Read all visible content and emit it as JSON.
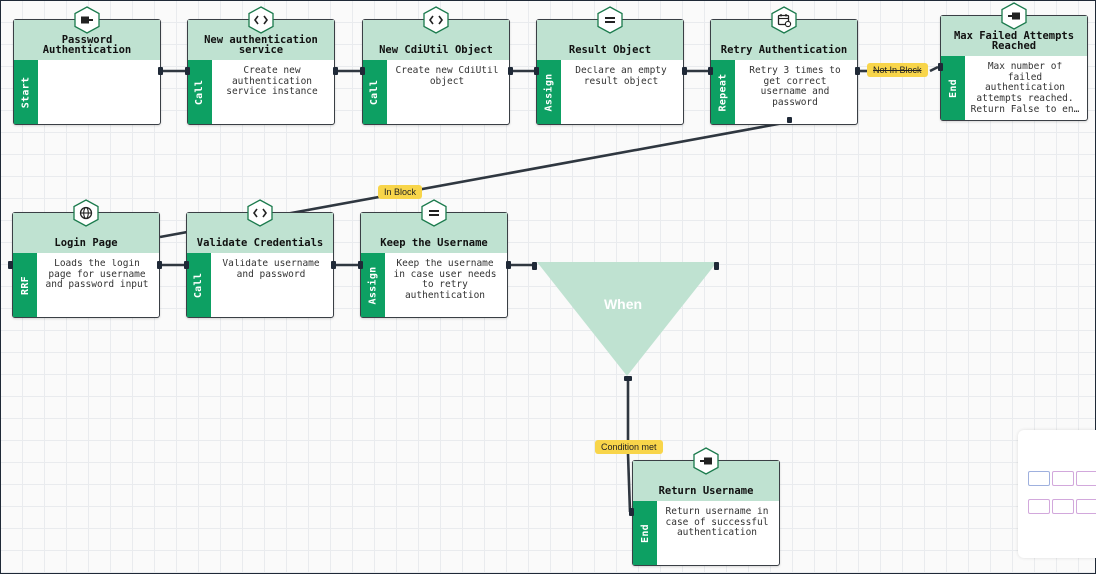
{
  "colors": {
    "header": "#bfe2d1",
    "strip": "#0da063",
    "when": "#bfe2d1",
    "edge": "#2f3740",
    "label": "#f8d54a"
  },
  "nodes": [
    {
      "id": "password-authentication",
      "title": "Password Authentication",
      "type": "Start",
      "desc": "",
      "icon": "start-icon"
    },
    {
      "id": "new-authentication-service",
      "title": "New authentication service",
      "type": "Call",
      "desc": "Create new authentication service instance",
      "icon": "code-icon"
    },
    {
      "id": "new-cdiutil-object",
      "title": "New CdiUtil Object",
      "type": "Call",
      "desc": "Create new CdiUtil object",
      "icon": "code-icon"
    },
    {
      "id": "result-object",
      "title": "Result Object",
      "type": "Assign",
      "desc": "Declare an empty result object",
      "icon": "equals-icon"
    },
    {
      "id": "retry-authentication",
      "title": "Retry Authentication",
      "type": "Repeat",
      "desc": "Retry 3 times to get correct username and password",
      "icon": "calendar-repeat-icon"
    },
    {
      "id": "max-failed-attempts",
      "title": "Max Failed Attempts Reached",
      "type": "End",
      "desc": "Max number of failed authentication attempts reached. Return False to en…",
      "icon": "end-icon"
    },
    {
      "id": "login-page",
      "title": "Login Page",
      "type": "RRF",
      "desc": "Loads the login page for username and password input",
      "icon": "globe-icon"
    },
    {
      "id": "validate-credentials",
      "title": "Validate Credentials",
      "type": "Call",
      "desc": "Validate username and password",
      "icon": "code-icon"
    },
    {
      "id": "keep-the-username",
      "title": "Keep the Username",
      "type": "Assign",
      "desc": "Keep the username in case user needs to retry authentication",
      "icon": "equals-icon"
    },
    {
      "id": "return-username",
      "title": "Return Username",
      "type": "End",
      "desc": "Return username in case of successful authentication",
      "icon": "end-icon"
    }
  ],
  "when_node": {
    "label": "When"
  },
  "edge_labels": {
    "not_in_block": "Not In Block",
    "in_block": "In Block",
    "condition_met": "Condition met"
  }
}
